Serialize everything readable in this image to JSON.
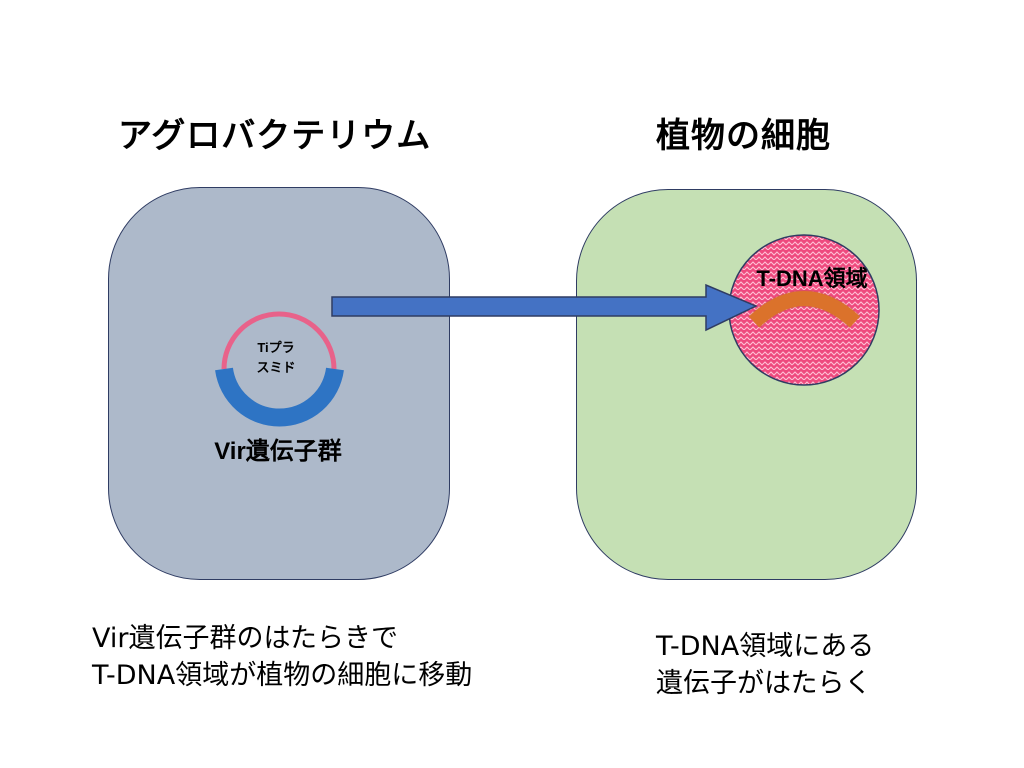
{
  "titles": {
    "left": "アグロバクテリウム",
    "right": "植物の細胞"
  },
  "labels": {
    "plasmid": [
      "Tiプラ",
      "スミド"
    ],
    "vir_genes": "Vir遺伝子群",
    "tdna_region": "T-DNA領域"
  },
  "captions": {
    "left": [
      "Vir遺伝子群のはたらきで",
      "T-DNA領域が植物の細胞に移動"
    ],
    "right": [
      "T-DNA領域にある",
      "遺伝子がはたらく"
    ]
  },
  "colors": {
    "bacterium_fill": "#adb9ca",
    "plant_fill": "#c5e0b4",
    "plasmid_arc": "#e8628a",
    "vir_arc": "#2e74c4",
    "arrow": "#4472c4",
    "nucleus": "#ee4a7e",
    "tdna_arc": "#ed7d31"
  }
}
